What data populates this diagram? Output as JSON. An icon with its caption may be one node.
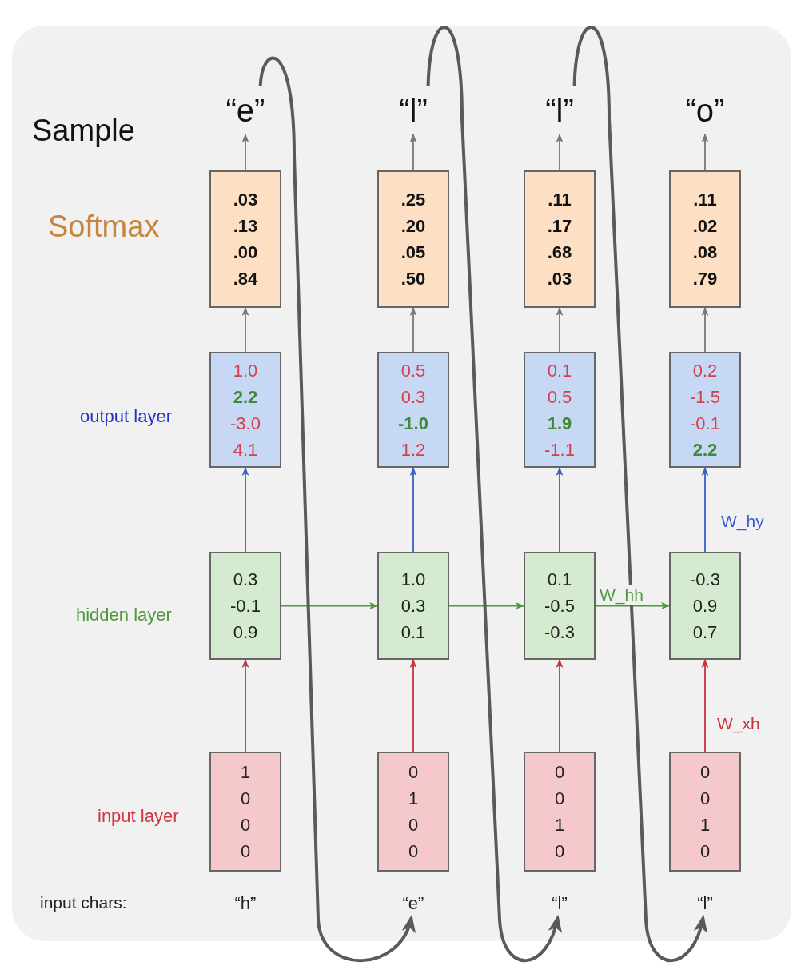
{
  "diagram": {
    "nodes": [
      {
        "text": [
          "“e”"
        ]
      },
      {
        "text": [
          "“l”"
        ]
      },
      {
        "text": [
          "“l”"
        ]
      },
      {
        "text": [
          "“o”"
        ]
      },
      {
        "text": [
          ".03",
          ".13",
          ".00",
          ".84"
        ]
      },
      {
        "text": [
          ".25",
          ".20",
          ".05",
          ".50"
        ]
      },
      {
        "text": [
          ".11",
          ".17",
          ".68",
          ".03"
        ]
      },
      {
        "text": [
          ".11",
          ".02",
          ".08",
          ".79"
        ]
      },
      {
        "text": [
          "1.0",
          "**2.2**",
          "-3.0",
          "4.1"
        ]
      },
      {
        "text": [
          "0.5",
          "0.3",
          "**-1.0**",
          "1.2"
        ]
      },
      {
        "text": [
          "0.1",
          "0.5",
          "**1.9**",
          "-1.1"
        ]
      },
      {
        "text": [
          "0.2",
          "-1.5",
          "-0.1",
          "**2.2**"
        ]
      },
      {
        "text": [
          "0.3",
          "-0.1",
          "0.9"
        ]
      },
      {
        "text": [
          "1.0",
          "0.3",
          "0.1"
        ]
      },
      {
        "text": [
          "0.1",
          "-0.5",
          "-0.3"
        ]
      },
      {
        "text": [
          "-0.3",
          "0.9",
          "0.7"
        ]
      },
      {
        "text": [
          "1",
          "0",
          "0",
          "0"
        ]
      },
      {
        "text": [
          "0",
          "1",
          "0",
          "0"
        ]
      },
      {
        "text": [
          "0",
          "0",
          "1",
          "0"
        ]
      },
      {
        "text": [
          "0",
          "0",
          "1",
          "0"
        ]
      },
      {
        "text": [
          "“h”"
        ]
      },
      {
        "text": [
          "“e”"
        ]
      },
      {
        "text": [
          "“l”"
        ]
      },
      {
        "text": [
          "“l”"
        ]
      }
    ],
    "edges": [
      {
        "from": 4,
        "to": 0,
        "arrow": "to"
      },
      {
        "from": 5,
        "to": 1,
        "arrow": "to"
      },
      {
        "from": 6,
        "to": 2,
        "arrow": "to"
      },
      {
        "from": 7,
        "to": 3,
        "arrow": "to"
      },
      {
        "from": 8,
        "to": 4,
        "arrow": "to"
      },
      {
        "from": 9,
        "to": 5,
        "arrow": "to"
      },
      {
        "from": 10,
        "to": 6,
        "arrow": "to"
      },
      {
        "from": 11,
        "to": 7,
        "arrow": "to"
      },
      {
        "from": 12,
        "to": 8,
        "arrow": "to",
        "color": "#3a5fcd"
      },
      {
        "from": 13,
        "to": 9,
        "arrow": "to",
        "color": "#3a5fcd"
      },
      {
        "from": 14,
        "to": 10,
        "arrow": "to",
        "color": "#3a5fcd"
      },
      {
        "from": 15,
        "to": 11,
        "arrow": "to",
        "label": "W_hy",
        "color": "#3a5fcd"
      },
      {
        "from": 16,
        "to": 12,
        "arrow": "to",
        "color": "#c8333a"
      },
      {
        "from": 17,
        "to": 13,
        "arrow": "to",
        "color": "#c8333a"
      },
      {
        "from": 18,
        "to": 14,
        "arrow": "to",
        "color": "#c8333a"
      },
      {
        "from": 19,
        "to": 15,
        "arrow": "to",
        "label": "W_xh",
        "color": "#c8333a"
      },
      {
        "from": 12,
        "to": 13,
        "arrow": "to",
        "color": "#4f9a3c"
      },
      {
        "from": 13,
        "to": 14,
        "arrow": "to",
        "color": "#4f9a3c"
      },
      {
        "from": 14,
        "to": 15,
        "arrow": "to",
        "label": "W_hh",
        "color": "#4f9a3c"
      },
      {
        "from": 0,
        "to": 21,
        "arrow": "to",
        "style": "thick",
        "color": "#5a5a5a"
      },
      {
        "from": 1,
        "to": 22,
        "arrow": "to",
        "style": "thick",
        "color": "#5a5a5a"
      },
      {
        "from": 2,
        "to": 23,
        "arrow": "to",
        "style": "thick",
        "color": "#5a5a5a"
      }
    ],
    "labels": [
      "Sample",
      "Softmax",
      "output layer",
      "hidden layer",
      "input layer",
      "input chars:"
    ]
  }
}
